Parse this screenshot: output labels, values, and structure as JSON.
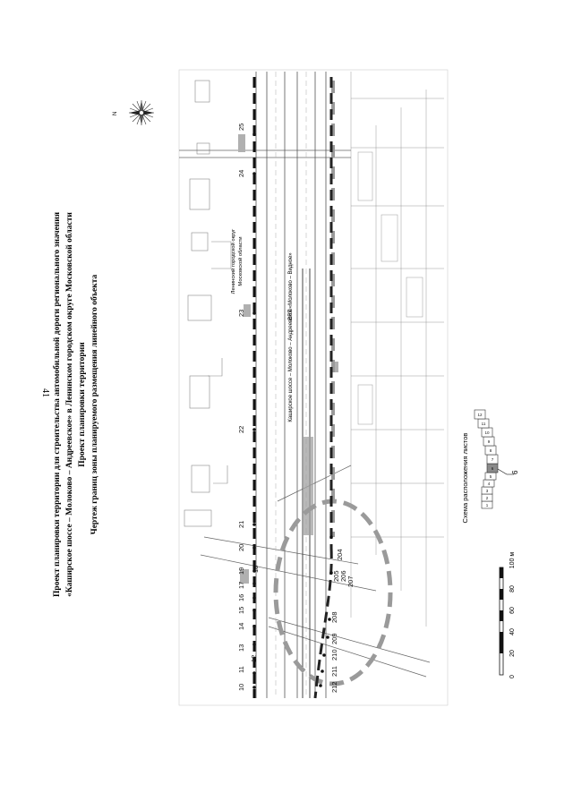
{
  "page_number": "41",
  "title": {
    "line1": "Проект планировки территории для строительства автомобильной дороги регионального значения",
    "line2": "«Каширское шоссе – Молоково – Андреевское» в Ленинском городском округе Московской области",
    "line3": "Проект планировки территории",
    "line4": "Чертеж границ зоны планируемого размещения линейного объекта"
  },
  "map": {
    "labels": {
      "district": "Ленинский городской округ",
      "region": "Московской области",
      "road_main": "Каширское шоссе – Молоково – Андреевское",
      "road_brt": "BRT «Молоково – Видное»"
    },
    "point_numbers": [
      "10",
      "11",
      "12",
      "13",
      "14",
      "15",
      "16",
      "17",
      "18",
      "19",
      "20",
      "21",
      "22",
      "23",
      "24",
      "25",
      "204",
      "205",
      "206",
      "207",
      "208",
      "209",
      "210",
      "211",
      "212"
    ],
    "colors": {
      "boundary": "#111111",
      "boundary_dashed": "#333333",
      "zone_gray": "#9a9a9a",
      "linework": "#555555"
    }
  },
  "compass": {
    "label": "N"
  },
  "scale_bar": {
    "ticks": [
      "0",
      "20",
      "40",
      "60",
      "80",
      "100 м"
    ]
  },
  "sheet_scheme": {
    "title": "Схема расположения листов",
    "sheets": [
      "1",
      "2",
      "3",
      "4",
      "5",
      "6",
      "7",
      "8",
      "9",
      "10",
      "11",
      "12"
    ],
    "current": "6"
  }
}
